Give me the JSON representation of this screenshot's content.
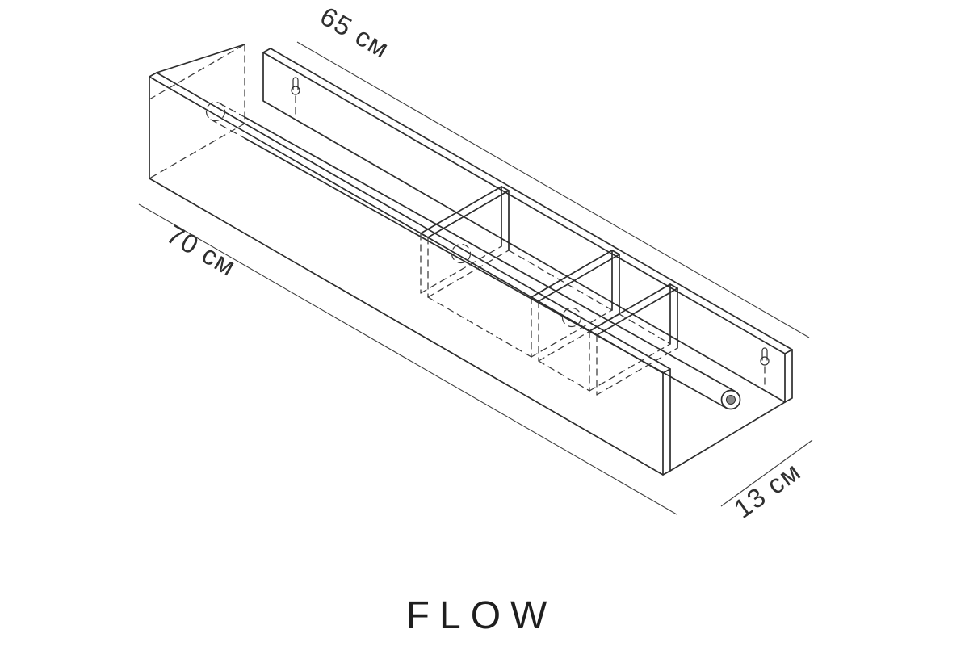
{
  "title": "FLOW",
  "dimensions": {
    "top": "65 см",
    "left": "70 см",
    "right": "13 см"
  },
  "colors": {
    "line": "#2d2d2d",
    "hidden_line": "#3a3a3a",
    "text": "#2f2f2f",
    "background": "#ffffff"
  }
}
